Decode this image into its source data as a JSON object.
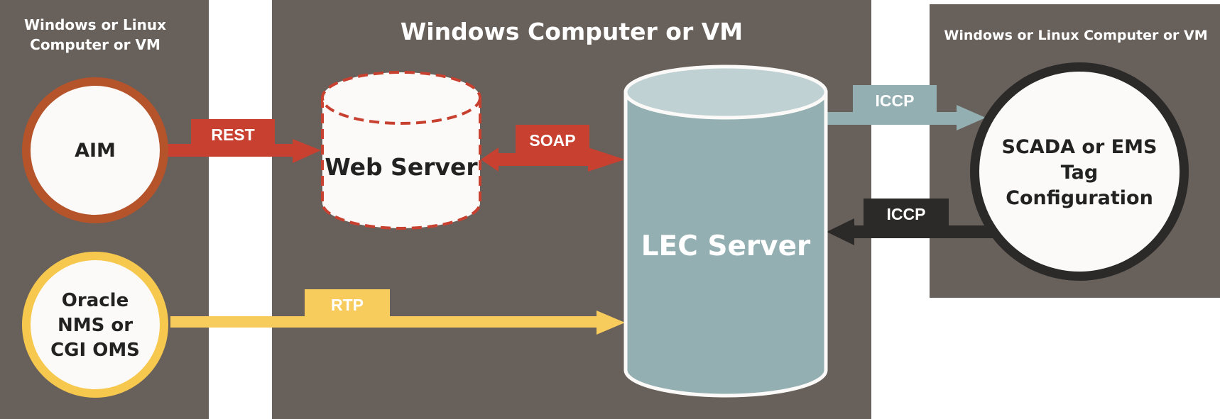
{
  "zones": {
    "left": {
      "title_line1": "Windows or Linux",
      "title_line2": "Computer or VM"
    },
    "center": {
      "title": "Windows Computer or VM"
    },
    "right": {
      "title": "Windows or Linux Computer or VM"
    }
  },
  "nodes": {
    "aim": {
      "label": "AIM"
    },
    "oracle": {
      "line1": "Oracle",
      "line2": "NMS or",
      "line3": "CGI OMS"
    },
    "web_server": {
      "label": "Web Server"
    },
    "lec_server": {
      "label": "LEC Server"
    },
    "scada": {
      "line1": "SCADA or EMS",
      "line2": "Tag",
      "line3": "Configuration"
    }
  },
  "connections": {
    "rest": {
      "label": "REST"
    },
    "soap": {
      "label": "SOAP"
    },
    "rtp": {
      "label": "RTP"
    },
    "iccp_out": {
      "label": "ICCP"
    },
    "iccp_in": {
      "label": "ICCP"
    }
  },
  "colors": {
    "zone_bg": "#68605B",
    "rest_soap": "#C8402F",
    "rtp": "#F8CC5C",
    "iccp_out": "#93AFB1",
    "iccp_in": "#2B2A29",
    "aim_ring": "#B5532A",
    "oracle_ring": "#F7C84E",
    "scada_ring": "#2B2A29",
    "lec_body": "#93AFB1",
    "lec_top": "#C0D1D3"
  }
}
